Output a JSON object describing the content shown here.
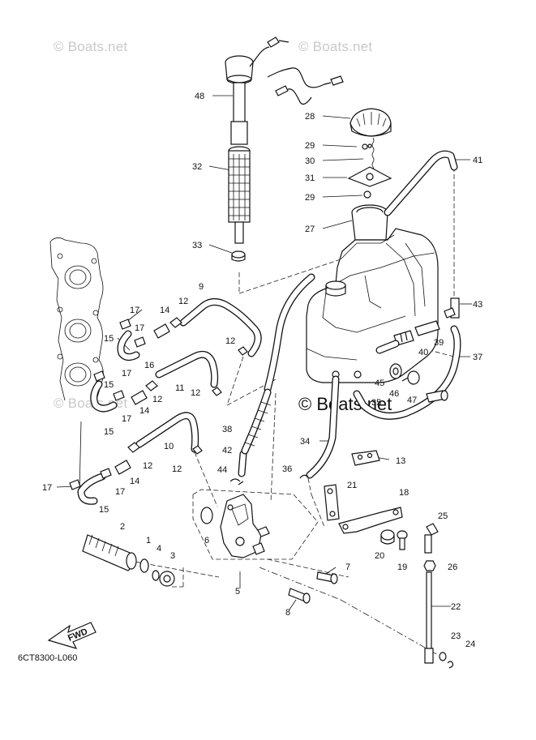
{
  "watermarks": {
    "top_left": "© Boats.net",
    "top_right": "© Boats.net",
    "mid_left": "© Boats.net",
    "center": "© Boats.net"
  },
  "diagram_code": "6CT8300-L060",
  "fwd_label": "FWD",
  "callouts": [
    "1",
    "2",
    "3",
    "4",
    "5",
    "6",
    "7",
    "8",
    "9",
    "10",
    "11",
    "12",
    "13",
    "14",
    "15",
    "16",
    "17",
    "18",
    "19",
    "20",
    "21",
    "22",
    "23",
    "24",
    "25",
    "26",
    "27",
    "28",
    "29",
    "30",
    "31",
    "32",
    "33",
    "34",
    "35",
    "36",
    "37",
    "38",
    "39",
    "40",
    "41",
    "42",
    "43",
    "44",
    "45",
    "46",
    "47",
    "48"
  ]
}
